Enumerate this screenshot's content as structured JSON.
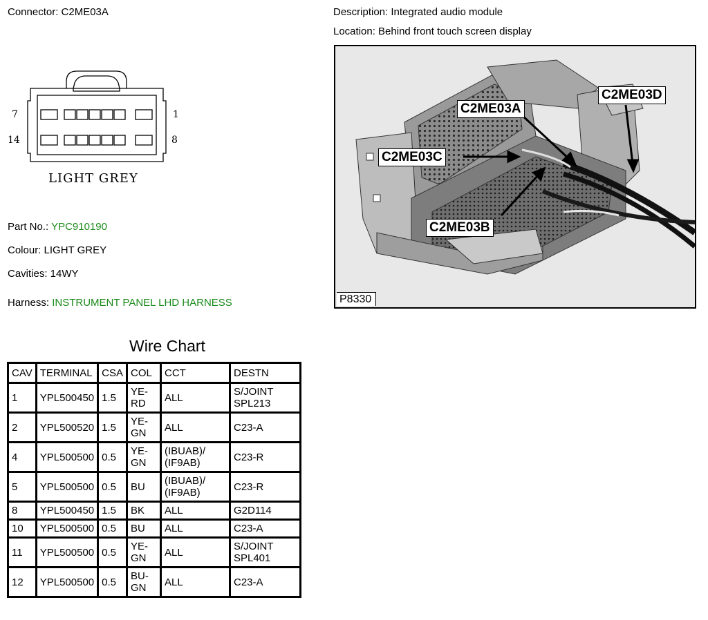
{
  "header": {
    "connector": "Connector: C2ME03A",
    "description": "Description: Integrated audio module",
    "location": "Location: Behind front touch screen display"
  },
  "connector_diagram": {
    "pin_top_left": "7",
    "pin_top_right": "1",
    "pin_bottom_left": "14",
    "pin_bottom_right": "8",
    "color_label": "LIGHT GREY"
  },
  "info": {
    "part_no_label": "Part No.:",
    "part_no_value": "YPC910190",
    "colour": "Colour: LIGHT GREY",
    "cavities": "Cavities: 14WY",
    "harness_label": "Harness:",
    "harness_value": "INSTRUMENT PANEL LHD HARNESS",
    "accent_color": "#1a8a1a"
  },
  "photo": {
    "id": "P8330",
    "callouts": {
      "a": "C2ME03A",
      "b": "C2ME03B",
      "c": "C2ME03C",
      "d": "C2ME03D"
    }
  },
  "wire_chart": {
    "title": "Wire Chart",
    "headers": [
      "CAV",
      "TERMINAL",
      "CSA",
      "COL",
      "CCT",
      "DESTN"
    ],
    "rows": [
      [
        "1",
        "YPL500450",
        "1.5",
        "YE-RD",
        "ALL",
        "S/JOINT SPL213"
      ],
      [
        "2",
        "YPL500520",
        "1.5",
        "YE-GN",
        "ALL",
        "C23-A"
      ],
      [
        "4",
        "YPL500500",
        "0.5",
        "YE-GN",
        "(IBUAB)/ (IF9AB)",
        "C23-R"
      ],
      [
        "5",
        "YPL500500",
        "0.5",
        "BU",
        "(IBUAB)/ (IF9AB)",
        "C23-R"
      ],
      [
        "8",
        "YPL500450",
        "1.5",
        "BK",
        "ALL",
        "G2D114"
      ],
      [
        "10",
        "YPL500500",
        "0.5",
        "BU",
        "ALL",
        "C23-A"
      ],
      [
        "11",
        "YPL500500",
        "0.5",
        "YE-GN",
        "ALL",
        "S/JOINT SPL401"
      ],
      [
        "12",
        "YPL500500",
        "0.5",
        "BU-GN",
        "ALL",
        "C23-A"
      ]
    ]
  }
}
